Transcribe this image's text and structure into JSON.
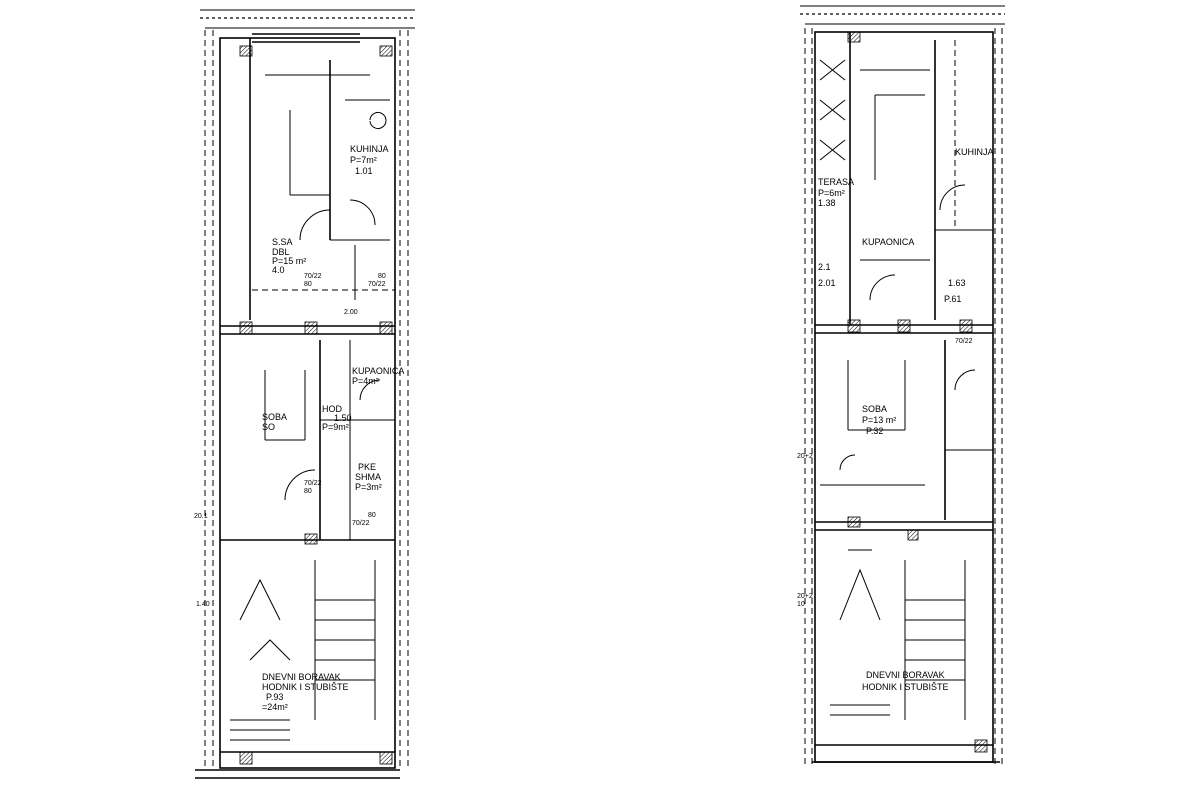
{
  "plans": [
    {
      "id": "left",
      "rooms": [
        {
          "key": "kitchen",
          "lines": [
            "KUHINJA",
            "P=7m²",
            "1.01"
          ]
        },
        {
          "key": "dining",
          "lines": [
            "S.SA",
            "DBL",
            "P=15 m²",
            "4.0"
          ]
        },
        {
          "key": "room-a",
          "lines": [
            "SOBA",
            "SO"
          ]
        },
        {
          "key": "hall",
          "lines": [
            "HOD",
            "P=9m²",
            "1.50"
          ]
        },
        {
          "key": "bath",
          "lines": [
            "KUPAONICA",
            "P=4m²"
          ]
        },
        {
          "key": "wc",
          "lines": [
            "PKE",
            "SHMA",
            "P=3m²"
          ]
        },
        {
          "key": "living",
          "lines": [
            "DNEVNI BORAVAK",
            "HODNIK I STUBIŠTE",
            "P.93",
            "=24m²"
          ]
        }
      ],
      "dims": [
        "70/22",
        "80",
        "70/22",
        "80",
        "70/22",
        "80",
        "70/22",
        "80",
        "20.1",
        "2.00",
        "1.40"
      ]
    },
    {
      "id": "right",
      "rooms": [
        {
          "key": "terrace",
          "lines": [
            "TERASA",
            "P=6m²"
          ]
        },
        {
          "key": "kitchen-r",
          "lines": [
            "KUHINJA"
          ]
        },
        {
          "key": "bath-r",
          "lines": [
            "KUPAONICA",
            "1.38"
          ]
        },
        {
          "key": "room-r",
          "lines": [
            "SOBA",
            "P=13 m²",
            "P.32"
          ]
        },
        {
          "key": "store-r",
          "lines": [
            "2.1",
            "2.01"
          ]
        },
        {
          "key": "wc-r",
          "lines": [
            "1.63",
            "P.61"
          ]
        },
        {
          "key": "living-r",
          "lines": [
            "DNEVNI BORAVAK",
            "HODNIK I STUBIŠTE"
          ]
        }
      ],
      "dims": [
        "70/22",
        "20+2",
        "20+2",
        "10"
      ]
    }
  ]
}
